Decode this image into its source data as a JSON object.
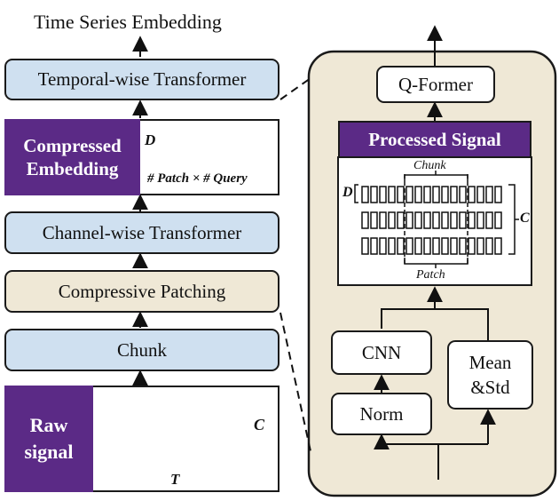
{
  "output_label": "Time Series Embedding",
  "left_stack": {
    "temporal_transformer": "Temporal-wise Transformer",
    "compressed_embedding": "Compressed Embedding",
    "embedding_dim_label": "D",
    "embedding_axis_label": "# Patch × # Query",
    "channel_transformer": "Channel-wise Transformer",
    "compressive_patching": "Compressive Patching",
    "chunk": "Chunk",
    "raw_signal": "Raw signal",
    "signal_channel_label": "C",
    "signal_time_label": "T"
  },
  "right_panel": {
    "q_former": "Q-Former",
    "processed_signal": "Processed Signal",
    "chunk_label": "Chunk",
    "dim_label": "D",
    "channel_label": "C",
    "patch_label": "Patch",
    "cnn": "CNN",
    "norm": "Norm",
    "mean_std": "Mean &Std"
  },
  "colors": {
    "blue_box": "#cfe0f0",
    "beige_box": "#efe8d6",
    "purple": "#5b2a86",
    "panel_bg": "#efe8d6"
  }
}
